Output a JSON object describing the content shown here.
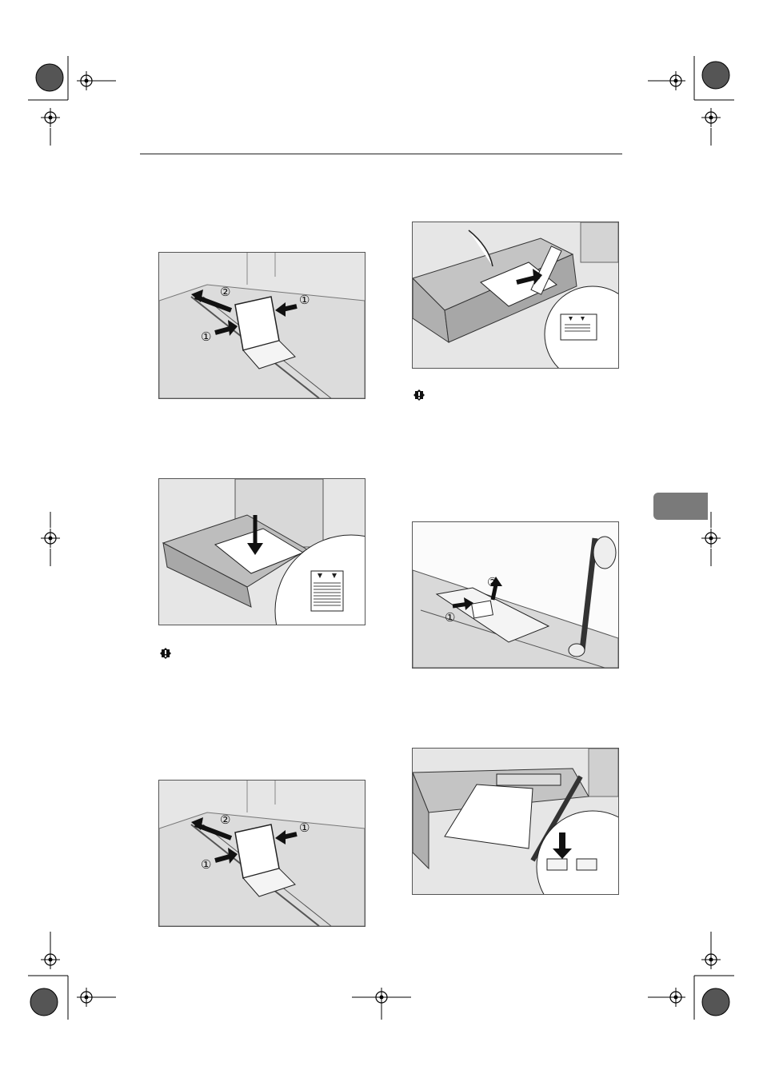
{
  "figure_labels": {
    "fig1": {
      "arrow1_left": "①",
      "arrow1_right": "①",
      "arrow2": "②"
    },
    "fig3": {
      "arrow1": "①",
      "arrow2": "②"
    },
    "fig5": {
      "arrow1_left": "①",
      "arrow1_right": "①",
      "arrow2": "②"
    }
  },
  "icons": {
    "important_1": "important-icon",
    "important_2": "important-icon"
  },
  "colors": {
    "figure_bg": "#e9e9e9",
    "tab": "#7a7a7a",
    "rule": "#222222"
  }
}
